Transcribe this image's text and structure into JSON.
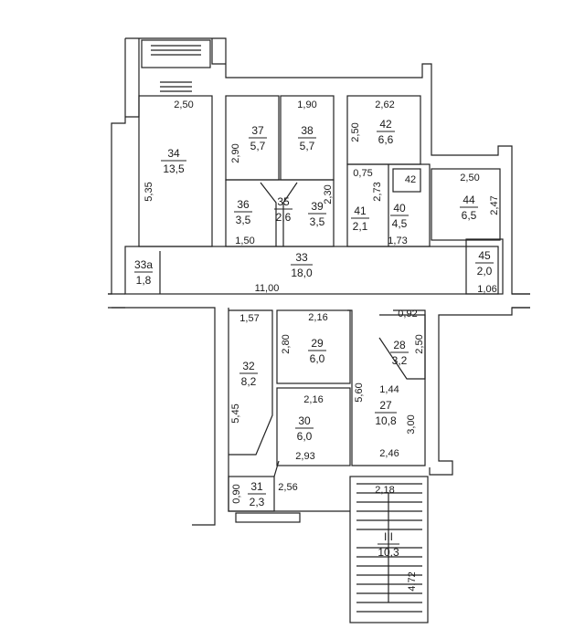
{
  "plan": {
    "rooms": [
      {
        "number": "34",
        "area": "13,5"
      },
      {
        "number": "37",
        "area": "5,7"
      },
      {
        "number": "38",
        "area": "5,7"
      },
      {
        "number": "42",
        "area": "6,6"
      },
      {
        "number": "36",
        "area": "3,5"
      },
      {
        "number": "35",
        "area": "2,6"
      },
      {
        "number": "39",
        "area": "3,5"
      },
      {
        "number": "41",
        "area": "2,1"
      },
      {
        "number": "40",
        "area": "4,5"
      },
      {
        "number": "44",
        "area": "6,5"
      },
      {
        "number": "33",
        "area": "18,0"
      },
      {
        "number": "33а",
        "area": "1,8"
      },
      {
        "number": "45",
        "area": "2,0"
      },
      {
        "number": "32",
        "area": "8,2"
      },
      {
        "number": "29",
        "area": "6,0"
      },
      {
        "number": "30",
        "area": "6,0"
      },
      {
        "number": "28",
        "area": "3,2"
      },
      {
        "number": "27",
        "area": "10,8"
      },
      {
        "number": "31",
        "area": "2,3"
      },
      {
        "number": "III",
        "area": "10,3"
      }
    ],
    "labels": {
      "door_42": "42"
    },
    "dimensions": [
      "2,50",
      "1,90",
      "2,62",
      "2,90",
      "2,50",
      "5,35",
      "0,75",
      "2,73",
      "2,30",
      "2,50",
      "2,47",
      "1,50",
      "1,73",
      "11,00",
      "1,06",
      "1,57",
      "2,16",
      "0,92",
      "2,80",
      "2,50",
      "5,60",
      "1,44",
      "5,45",
      "2,16",
      "3,00",
      "2,93",
      "2,46",
      "2,18",
      "0,90",
      "2,56",
      "4,72"
    ]
  }
}
